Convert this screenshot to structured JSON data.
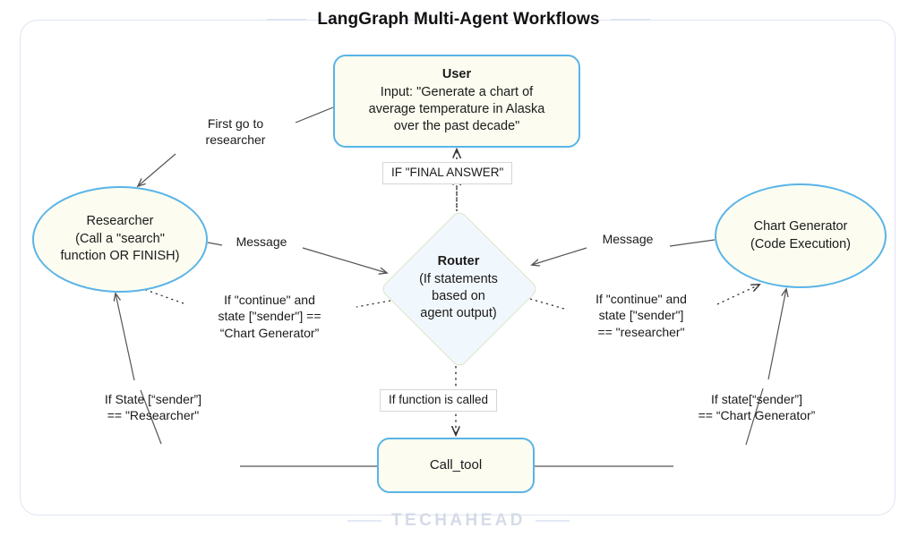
{
  "title": "LangGraph Multi-Agent Workflows",
  "footer": {
    "brand": "TECHAHEAD"
  },
  "colors": {
    "node_border": "#59b4e8",
    "node_fill": "#fcfdf0",
    "router_fill": "#f1f8fd",
    "router_border": "#dfe3c9",
    "frame_border": "#dde4f2",
    "edge_stroke": "#555555",
    "footer_text": "#d5dbe6",
    "title_text": "#111111"
  },
  "nodes": {
    "user": {
      "title": "User",
      "lines": [
        "Input: \"Generate a chart of",
        "average temperature in Alaska",
        "over the past decade\""
      ]
    },
    "researcher": {
      "lines": [
        "Researcher",
        "(Call a \"search\"",
        "function OR FINISH)"
      ]
    },
    "chart_generator": {
      "lines": [
        "Chart Generator",
        "(Code Execution)"
      ]
    },
    "router": {
      "title": "Router",
      "lines": [
        "(If statements",
        "based on",
        "agent output)"
      ]
    },
    "call_tool": {
      "lines": [
        "Call_tool"
      ]
    }
  },
  "edge_labels": {
    "first_go_to_researcher": {
      "lines": [
        "First go to",
        "researcher"
      ]
    },
    "if_final_answer": {
      "lines": [
        "IF \"FINAL ANSWER\""
      ]
    },
    "message_left": {
      "lines": [
        "Message"
      ]
    },
    "message_right": {
      "lines": [
        "Message"
      ]
    },
    "continue_chart_generator": {
      "lines": [
        "If \"continue\" and",
        "state [\"sender\"] ==",
        "“Chart Generator”"
      ]
    },
    "continue_researcher": {
      "lines": [
        "If \"continue\" and",
        "state [\"sender\"]",
        "== \"researcher\""
      ]
    },
    "if_function_is_called": {
      "lines": [
        "If function is called"
      ]
    },
    "state_sender_researcher": {
      "lines": [
        "If State [“sender”]",
        "== \"Researcher\""
      ]
    },
    "state_sender_chart_generator": {
      "lines": [
        "If state[“sender”]",
        "== “Chart Generator”"
      ]
    }
  }
}
